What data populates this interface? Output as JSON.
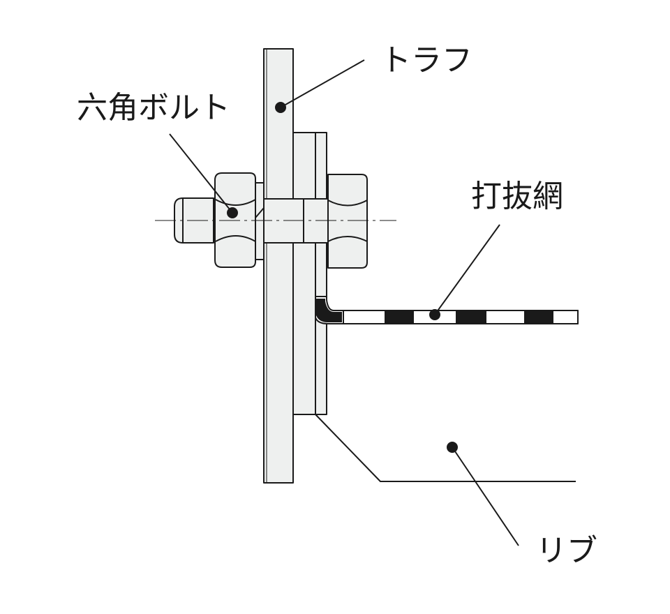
{
  "labels": {
    "trough": "トラフ",
    "hex_bolt": "六角ボルト",
    "punched_mesh": "打抜網",
    "rib": "リブ"
  },
  "colors": {
    "line": "#1a1a1a",
    "fill": "#eef0ef",
    "background": "#ffffff"
  }
}
